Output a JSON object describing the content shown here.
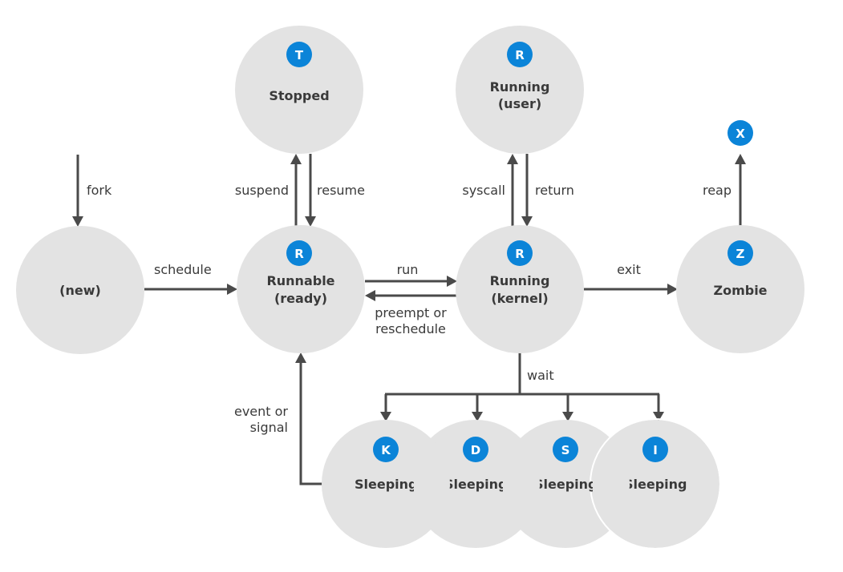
{
  "colors": {
    "node_fill": "#e3e3e3",
    "badge_fill": "#0b84d8",
    "badge_text": "#ffffff",
    "text": "#3a3a3a",
    "arrow": "#4a4a4a"
  },
  "nodes": {
    "new": {
      "label": "(new)"
    },
    "stopped": {
      "badge": "T",
      "label": "Stopped"
    },
    "running_user": {
      "badge": "R",
      "label_line1": "Running",
      "label_line2": "(user)"
    },
    "runnable": {
      "badge": "R",
      "label_line1": "Runnable",
      "label_line2": "(ready)"
    },
    "running_kernel": {
      "badge": "R",
      "label_line1": "Running",
      "label_line2": "(kernel)"
    },
    "zombie": {
      "badge": "Z",
      "label": "Zombie"
    },
    "dead": {
      "badge": "X"
    },
    "sleeping_k": {
      "badge": "K",
      "label": "Sleeping"
    },
    "sleeping_d": {
      "badge": "D",
      "label": "Sleeping"
    },
    "sleeping_s": {
      "badge": "S",
      "label": "Sleeping"
    },
    "sleeping_i": {
      "badge": "I",
      "label": "Sleeping"
    }
  },
  "edges": {
    "fork": "fork",
    "schedule": "schedule",
    "suspend": "suspend",
    "resume": "resume",
    "syscall": "syscall",
    "return": "return",
    "run": "run",
    "preempt_line1": "preempt or",
    "preempt_line2": "reschedule",
    "exit": "exit",
    "reap": "reap",
    "wait": "wait",
    "event_line1": "event or",
    "event_line2": "signal"
  }
}
